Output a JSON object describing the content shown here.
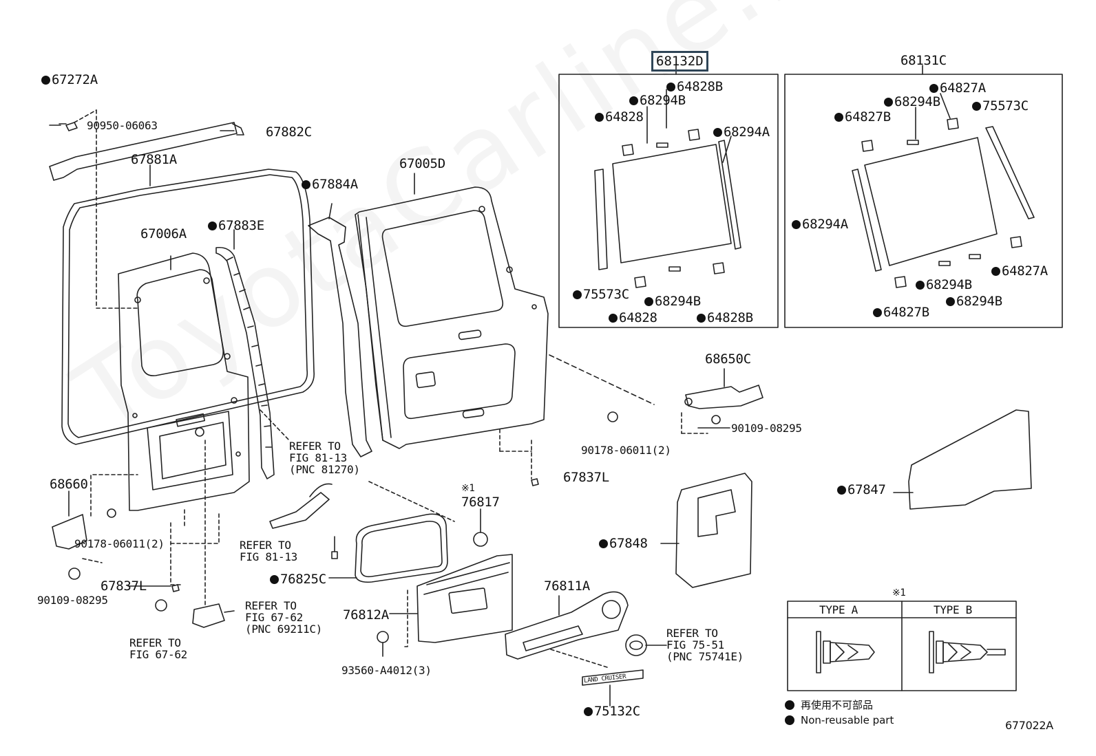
{
  "watermark": "ToyotaCarline.ru",
  "group_boxes": {
    "left_box_code": "68132D",
    "right_box_code": "68131C"
  },
  "labels": {
    "p67272A": "67272A",
    "p90950": "90950-06063",
    "p67882C": "67882C",
    "p67881A": "67881A",
    "p67006A": "67006A",
    "p67883E": "67883E",
    "p67884A": "67884A",
    "p67005D": "67005D",
    "p64828B_a": "64828B",
    "p68294B_a": "68294B",
    "p64828_a": "64828",
    "p68294A_a": "68294A",
    "p75573C_a": "75573C",
    "p68294B_b": "68294B",
    "p64828_b": "64828",
    "p64828B_b": "64828B",
    "p64827A_a": "64827A",
    "p68294B_c": "68294B",
    "p75573C_b": "75573C",
    "p64827B_a": "64827B",
    "p68294A_b": "68294A",
    "p64827A_b": "64827A",
    "p68294B_d": "68294B",
    "p68294B_e": "68294B",
    "p64827B_b": "64827B",
    "p68650C": "68650C",
    "p90109_a": "90109-08295",
    "p90178_a": "90178-06011(2)",
    "p67837L_a": "67837L",
    "p67847": "67847",
    "p67848": "67848",
    "p68660": "68660",
    "p90178_b": "90178-06011(2)",
    "p90109_b": "90109-08295",
    "p67837L_b": "67837L",
    "p76817": "76817",
    "p76825C": "76825C",
    "p76812A": "76812A",
    "p76811A": "76811A",
    "p93560": "93560-A4012(3)",
    "p75132C": "75132C",
    "mark1": "※1",
    "mark2": "※1",
    "code": "677022A"
  },
  "refs": {
    "r1_l1": "REFER TO",
    "r1_l2": "FIG 81-13",
    "r1_l3": "(PNC 81270)",
    "r2_l1": "REFER TO",
    "r2_l2": "FIG 81-13",
    "r3_l1": "REFER TO",
    "r3_l2": "FIG 67-62",
    "r3_l3": "(PNC 69211C)",
    "r4_l1": "REFER TO",
    "r4_l2": "FIG 67-62",
    "r5_l1": "REFER TO",
    "r5_l2": "FIG 75-51",
    "r5_l3": "(PNC 75741E)"
  },
  "emblem_text": "LAND CRUISER",
  "type_table": {
    "type_a": "TYPE A",
    "type_b": "TYPE B"
  },
  "legend": {
    "line1": "再使用不可部品",
    "line2": "Non-reusable part"
  }
}
